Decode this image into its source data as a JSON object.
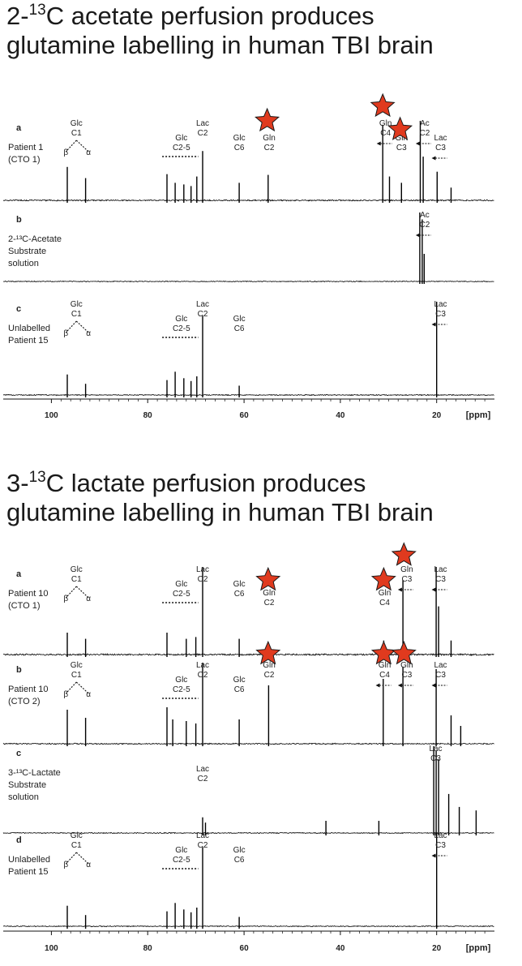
{
  "headings": {
    "acetate": {
      "prefix": "2-",
      "sup": "13",
      "line1_rest": "C acetate perfusion produces",
      "line2": "glutamine labelling in human TBI brain"
    },
    "lactate": {
      "prefix": "3-",
      "sup": "13",
      "line1_rest": "C lactate perfusion produces",
      "line2": "glutamine labelling in human TBI brain"
    }
  },
  "colors": {
    "star": "#e03a1e",
    "star_outline": "#1a1a1a",
    "trace": "#000000"
  },
  "chart_data": [
    {
      "id": "acetate",
      "type": "nmr-spectrum",
      "axis": {
        "xlim": [
          110,
          8
        ],
        "reversed": true,
        "ticks": [
          100,
          80,
          60,
          40,
          20
        ],
        "unit_label": "[ppm]"
      },
      "panels": [
        {
          "letter": "a",
          "label_lines": [
            "Patient 1",
            "(CTO 1)"
          ],
          "noise": 0.09,
          "peaks": [
            {
              "x": 96.7,
              "h": 0.42
            },
            {
              "x": 92.9,
              "h": 0.28
            },
            {
              "x": 76.0,
              "h": 0.33
            },
            {
              "x": 74.3,
              "h": 0.22
            },
            {
              "x": 72.5,
              "h": 0.2
            },
            {
              "x": 71.0,
              "h": 0.18
            },
            {
              "x": 69.8,
              "h": 0.3
            },
            {
              "x": 68.6,
              "h": 0.62
            },
            {
              "x": 61.0,
              "h": 0.22
            },
            {
              "x": 55.0,
              "h": 0.32
            },
            {
              "x": 31.2,
              "h": 0.95
            },
            {
              "x": 29.8,
              "h": 0.3
            },
            {
              "x": 27.3,
              "h": 0.22
            },
            {
              "x": 23.4,
              "h": 1.0
            },
            {
              "x": 22.8,
              "h": 0.55
            },
            {
              "x": 19.9,
              "h": 0.36
            },
            {
              "x": 17.0,
              "h": 0.16
            }
          ],
          "annotations": [
            {
              "x": 94.8,
              "lines": [
                "Glc",
                "C1"
              ],
              "row": 0
            },
            {
              "x": 97.0,
              "lines": [
                "β"
              ],
              "row": 2
            },
            {
              "x": 92.3,
              "lines": [
                "α"
              ],
              "row": 2
            },
            {
              "x": 73.0,
              "lines": [
                "Glc",
                "C2-5"
              ],
              "row": 1,
              "dashed_span": [
                77,
                69.5
              ]
            },
            {
              "x": 68.6,
              "lines": [
                "Lac",
                "C2"
              ],
              "row": 0
            },
            {
              "x": 61.0,
              "lines": [
                "Glc",
                "C6"
              ],
              "row": 1
            },
            {
              "x": 54.8,
              "lines": [
                "Gln",
                "C2"
              ],
              "row": 1
            },
            {
              "x": 30.6,
              "lines": [
                "Gln",
                "C4"
              ],
              "row": 0,
              "arrow": true
            },
            {
              "x": 27.3,
              "lines": [
                "Gln",
                "C3"
              ],
              "row": 1
            },
            {
              "x": 22.5,
              "lines": [
                "Ac",
                "C2"
              ],
              "row": 0,
              "arrow": true
            },
            {
              "x": 19.2,
              "lines": [
                "Lac",
                "C3"
              ],
              "row": 1,
              "arrow": true
            }
          ],
          "stars": [
            {
              "x": 55.2,
              "row": 0
            },
            {
              "x": 31.2,
              "row": -1
            },
            {
              "x": 27.6,
              "row": 0.6
            }
          ]
        },
        {
          "letter": "b",
          "label_lines": [
            "2-¹³C-Acetate",
            "Substrate",
            "solution"
          ],
          "noise": 0.05,
          "peaks": [
            {
              "x": 23.5,
              "h": 1.0
            },
            {
              "x": 23.0,
              "h": 0.9
            },
            {
              "x": 22.6,
              "h": 0.4
            }
          ],
          "annotations": [
            {
              "x": 22.5,
              "lines": [
                "Ac",
                "C2"
              ],
              "row": 0,
              "arrow": true
            }
          ],
          "stars": []
        },
        {
          "letter": "c",
          "label_lines": [
            "Unlabelled",
            "Patient 15"
          ],
          "noise": 0.06,
          "peaks": [
            {
              "x": 96.7,
              "h": 0.22
            },
            {
              "x": 92.9,
              "h": 0.12
            },
            {
              "x": 76.0,
              "h": 0.16
            },
            {
              "x": 74.3,
              "h": 0.25
            },
            {
              "x": 72.5,
              "h": 0.18
            },
            {
              "x": 71.0,
              "h": 0.15
            },
            {
              "x": 69.8,
              "h": 0.2
            },
            {
              "x": 68.6,
              "h": 0.85
            },
            {
              "x": 61.0,
              "h": 0.1
            },
            {
              "x": 20.0,
              "h": 1.0
            }
          ],
          "annotations": [
            {
              "x": 94.8,
              "lines": [
                "Glc",
                "C1"
              ],
              "row": 0
            },
            {
              "x": 97.0,
              "lines": [
                "β"
              ],
              "row": 2
            },
            {
              "x": 92.3,
              "lines": [
                "α"
              ],
              "row": 2
            },
            {
              "x": 73.0,
              "lines": [
                "Glc",
                "C2-5"
              ],
              "row": 1,
              "dashed_span": [
                77,
                69.5
              ]
            },
            {
              "x": 68.6,
              "lines": [
                "Lac",
                "C2"
              ],
              "row": 0
            },
            {
              "x": 61.0,
              "lines": [
                "Glc",
                "C6"
              ],
              "row": 1
            },
            {
              "x": 19.2,
              "lines": [
                "Lac",
                "C3"
              ],
              "row": 0,
              "arrow": true
            }
          ],
          "stars": []
        }
      ]
    },
    {
      "id": "lactate",
      "type": "nmr-spectrum",
      "axis": {
        "xlim": [
          110,
          8
        ],
        "reversed": true,
        "ticks": [
          100,
          80,
          60,
          40,
          20
        ],
        "unit_label": "[ppm]"
      },
      "panels": [
        {
          "letter": "a",
          "label_lines": [
            "Patient 10",
            "(CTO 1)"
          ],
          "noise": 0.11,
          "peaks": [
            {
              "x": 96.7,
              "h": 0.25
            },
            {
              "x": 92.9,
              "h": 0.18
            },
            {
              "x": 76.0,
              "h": 0.25
            },
            {
              "x": 72.0,
              "h": 0.18
            },
            {
              "x": 70.0,
              "h": 0.2
            },
            {
              "x": 68.6,
              "h": 1.0
            },
            {
              "x": 61.0,
              "h": 0.18
            },
            {
              "x": 55.0,
              "h": 0.14
            },
            {
              "x": 31.0,
              "h": 0.16
            },
            {
              "x": 27.0,
              "h": 0.85
            },
            {
              "x": 20.1,
              "h": 1.0
            },
            {
              "x": 19.6,
              "h": 0.55
            },
            {
              "x": 17.0,
              "h": 0.16
            }
          ],
          "annotations": [
            {
              "x": 94.8,
              "lines": [
                "Glc",
                "C1"
              ],
              "row": 0
            },
            {
              "x": 97.0,
              "lines": [
                "β"
              ],
              "row": 2
            },
            {
              "x": 92.3,
              "lines": [
                "α"
              ],
              "row": 2
            },
            {
              "x": 73.0,
              "lines": [
                "Glc",
                "C2-5"
              ],
              "row": 1,
              "dashed_span": [
                77,
                69.5
              ]
            },
            {
              "x": 68.6,
              "lines": [
                "Lac",
                "C2"
              ],
              "row": 0
            },
            {
              "x": 61.0,
              "lines": [
                "Glc",
                "C6"
              ],
              "row": 1
            },
            {
              "x": 54.8,
              "lines": [
                "Gln",
                "C2"
              ],
              "row": 1.6
            },
            {
              "x": 30.8,
              "lines": [
                "Gln",
                "C4"
              ],
              "row": 1.6
            },
            {
              "x": 26.2,
              "lines": [
                "Gln",
                "C3"
              ],
              "row": 0,
              "arrow": true
            },
            {
              "x": 19.2,
              "lines": [
                "Lac",
                "C3"
              ],
              "row": 0,
              "arrow": true
            }
          ],
          "stars": [
            {
              "x": 55.0,
              "row": 0.9
            },
            {
              "x": 31.0,
              "row": 0.9
            },
            {
              "x": 26.8,
              "row": -0.8
            }
          ]
        },
        {
          "letter": "b",
          "label_lines": [
            "Patient 10",
            "(CTO 2)"
          ],
          "noise": 0.08,
          "peaks": [
            {
              "x": 96.7,
              "h": 0.42
            },
            {
              "x": 92.9,
              "h": 0.32
            },
            {
              "x": 76.0,
              "h": 0.45
            },
            {
              "x": 74.8,
              "h": 0.3
            },
            {
              "x": 72.0,
              "h": 0.28
            },
            {
              "x": 70.0,
              "h": 0.25
            },
            {
              "x": 68.6,
              "h": 1.0
            },
            {
              "x": 61.0,
              "h": 0.3
            },
            {
              "x": 54.9,
              "h": 0.72
            },
            {
              "x": 31.1,
              "h": 0.8
            },
            {
              "x": 27.0,
              "h": 0.95
            },
            {
              "x": 20.1,
              "h": 0.92
            },
            {
              "x": 17.0,
              "h": 0.35
            },
            {
              "x": 15.0,
              "h": 0.22
            }
          ],
          "annotations": [
            {
              "x": 94.8,
              "lines": [
                "Glc",
                "C1"
              ],
              "row": 0
            },
            {
              "x": 97.0,
              "lines": [
                "β"
              ],
              "row": 2
            },
            {
              "x": 92.3,
              "lines": [
                "α"
              ],
              "row": 2
            },
            {
              "x": 73.0,
              "lines": [
                "Glc",
                "C2-5"
              ],
              "row": 1,
              "dashed_span": [
                77,
                69.5
              ]
            },
            {
              "x": 68.6,
              "lines": [
                "Lac",
                "C2"
              ],
              "row": 0
            },
            {
              "x": 61.0,
              "lines": [
                "Glc",
                "C6"
              ],
              "row": 1
            },
            {
              "x": 54.8,
              "lines": [
                "Gln",
                "C2"
              ],
              "row": 0
            },
            {
              "x": 30.8,
              "lines": [
                "Gln",
                "C4"
              ],
              "row": 0,
              "arrow": true
            },
            {
              "x": 26.2,
              "lines": [
                "Gln",
                "C3"
              ],
              "row": 0,
              "arrow": true
            },
            {
              "x": 19.2,
              "lines": [
                "Lac",
                "C3"
              ],
              "row": 0,
              "arrow": true
            }
          ],
          "stars": [
            {
              "x": 55.0,
              "row": -0.6
            },
            {
              "x": 31.0,
              "row": -0.6
            },
            {
              "x": 26.8,
              "row": -0.6
            }
          ]
        },
        {
          "letter": "c",
          "label_lines": [
            "3-¹³C-Lactate",
            "Substrate",
            "solution"
          ],
          "noise": 0.06,
          "peaks": [
            {
              "x": 68.6,
              "h": 0.18
            },
            {
              "x": 68.0,
              "h": 0.12
            },
            {
              "x": 43.0,
              "h": 0.14
            },
            {
              "x": 32.0,
              "h": 0.14
            },
            {
              "x": 20.6,
              "h": 1.0
            },
            {
              "x": 20.1,
              "h": 0.95
            },
            {
              "x": 19.6,
              "h": 0.85
            },
            {
              "x": 17.5,
              "h": 0.45
            },
            {
              "x": 15.3,
              "h": 0.3
            },
            {
              "x": 11.8,
              "h": 0.26
            }
          ],
          "annotations": [
            {
              "x": 68.6,
              "lines": [
                "Lac",
                "C2"
              ],
              "row": 1.4
            },
            {
              "x": 20.2,
              "lines": [
                "Lac",
                "C3"
              ],
              "row": 0
            }
          ],
          "stars": []
        },
        {
          "letter": "d",
          "label_lines": [
            "Unlabelled",
            "Patient 15"
          ],
          "noise": 0.06,
          "peaks": [
            {
              "x": 96.7,
              "h": 0.22
            },
            {
              "x": 92.9,
              "h": 0.12
            },
            {
              "x": 76.0,
              "h": 0.16
            },
            {
              "x": 74.3,
              "h": 0.25
            },
            {
              "x": 72.5,
              "h": 0.18
            },
            {
              "x": 71.0,
              "h": 0.15
            },
            {
              "x": 69.8,
              "h": 0.2
            },
            {
              "x": 68.6,
              "h": 0.85
            },
            {
              "x": 61.0,
              "h": 0.1
            },
            {
              "x": 20.0,
              "h": 1.0
            }
          ],
          "annotations": [
            {
              "x": 94.8,
              "lines": [
                "Glc",
                "C1"
              ],
              "row": 0
            },
            {
              "x": 97.0,
              "lines": [
                "β"
              ],
              "row": 2
            },
            {
              "x": 92.3,
              "lines": [
                "α"
              ],
              "row": 2
            },
            {
              "x": 73.0,
              "lines": [
                "Glc",
                "C2-5"
              ],
              "row": 1,
              "dashed_span": [
                77,
                69.5
              ]
            },
            {
              "x": 68.6,
              "lines": [
                "Lac",
                "C2"
              ],
              "row": 0
            },
            {
              "x": 61.0,
              "lines": [
                "Glc",
                "C6"
              ],
              "row": 1
            },
            {
              "x": 19.2,
              "lines": [
                "Lac",
                "C3"
              ],
              "row": 0,
              "arrow": true
            }
          ],
          "stars": []
        }
      ]
    }
  ]
}
